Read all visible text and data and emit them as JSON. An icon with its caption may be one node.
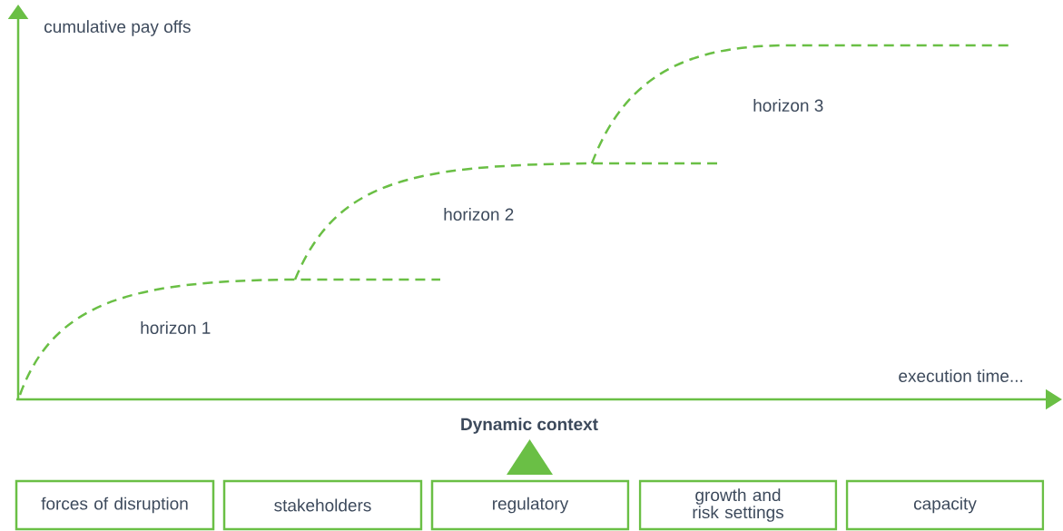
{
  "diagram": {
    "nodes": [
      {
        "text": [
          "forces of disruption"
        ]
      },
      {
        "text": [
          "stakeholders"
        ]
      },
      {
        "text": [
          "regulatory"
        ]
      },
      {
        "text": [
          "growth and risk settings"
        ]
      },
      {
        "text": [
          "capacity"
        ]
      }
    ],
    "labels": [
      "cumulative pay offs",
      "horizon 3",
      "horizon 2",
      "horizon 1",
      "execution time...",
      "Dynamic context"
    ]
  }
}
